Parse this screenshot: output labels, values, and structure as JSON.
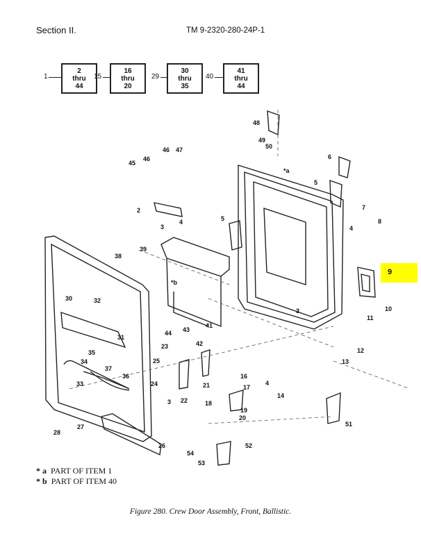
{
  "header": {
    "section": "Section II.",
    "tm": "TM 9-2320-280-24P-1"
  },
  "index_boxes": [
    {
      "ref": "1",
      "l1": "2",
      "l2": "thru",
      "l3": "44"
    },
    {
      "ref": "15",
      "l1": "16",
      "l2": "thru",
      "l3": "20"
    },
    {
      "ref": "29",
      "l1": "30",
      "l2": "thru",
      "l3": "35"
    },
    {
      "ref": "40",
      "l1": "41",
      "l2": "thru",
      "l3": "44"
    }
  ],
  "callouts": [
    "48",
    "49",
    "50",
    "6",
    "5",
    "7",
    "4",
    "8",
    "9",
    "10",
    "11",
    "12",
    "13",
    "*a",
    "46",
    "47",
    "45",
    "46",
    "2",
    "3",
    "4",
    "5",
    "38",
    "39",
    "*b",
    "41",
    "30",
    "32",
    "31",
    "34",
    "35",
    "37",
    "36",
    "33",
    "44",
    "43",
    "42",
    "23",
    "25",
    "24",
    "3",
    "22",
    "21",
    "16",
    "17",
    "18",
    "19",
    "20",
    "4",
    "14",
    "51",
    "27",
    "28",
    "26",
    "52",
    "54",
    "53",
    "3"
  ],
  "highlight": {
    "label": "9",
    "color": "#ffff00"
  },
  "notes": [
    {
      "mark": "* a",
      "text": "PART OF ITEM 1"
    },
    {
      "mark": "* b",
      "text": "PART OF ITEM 40"
    }
  ],
  "caption": "Figure 280.  Crew Door Assembly, Front, Ballistic."
}
